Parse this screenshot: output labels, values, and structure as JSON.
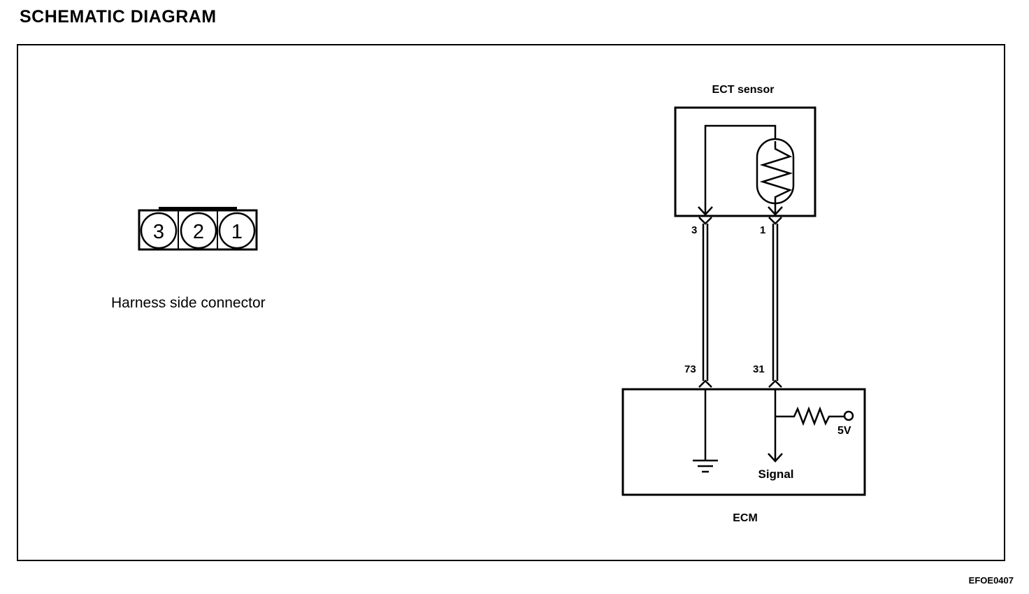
{
  "title": "SCHEMATIC DIAGRAM",
  "figure_code": "EFOE0407",
  "connector": {
    "caption": "Harness side connector",
    "pins": [
      "3",
      "2",
      "1"
    ]
  },
  "sensor": {
    "label": "ECT sensor",
    "pin_left": "3",
    "pin_right": "1"
  },
  "ecm": {
    "label": "ECM",
    "pin_left": "73",
    "pin_right": "31",
    "voltage": "5V",
    "signal": "Signal"
  }
}
